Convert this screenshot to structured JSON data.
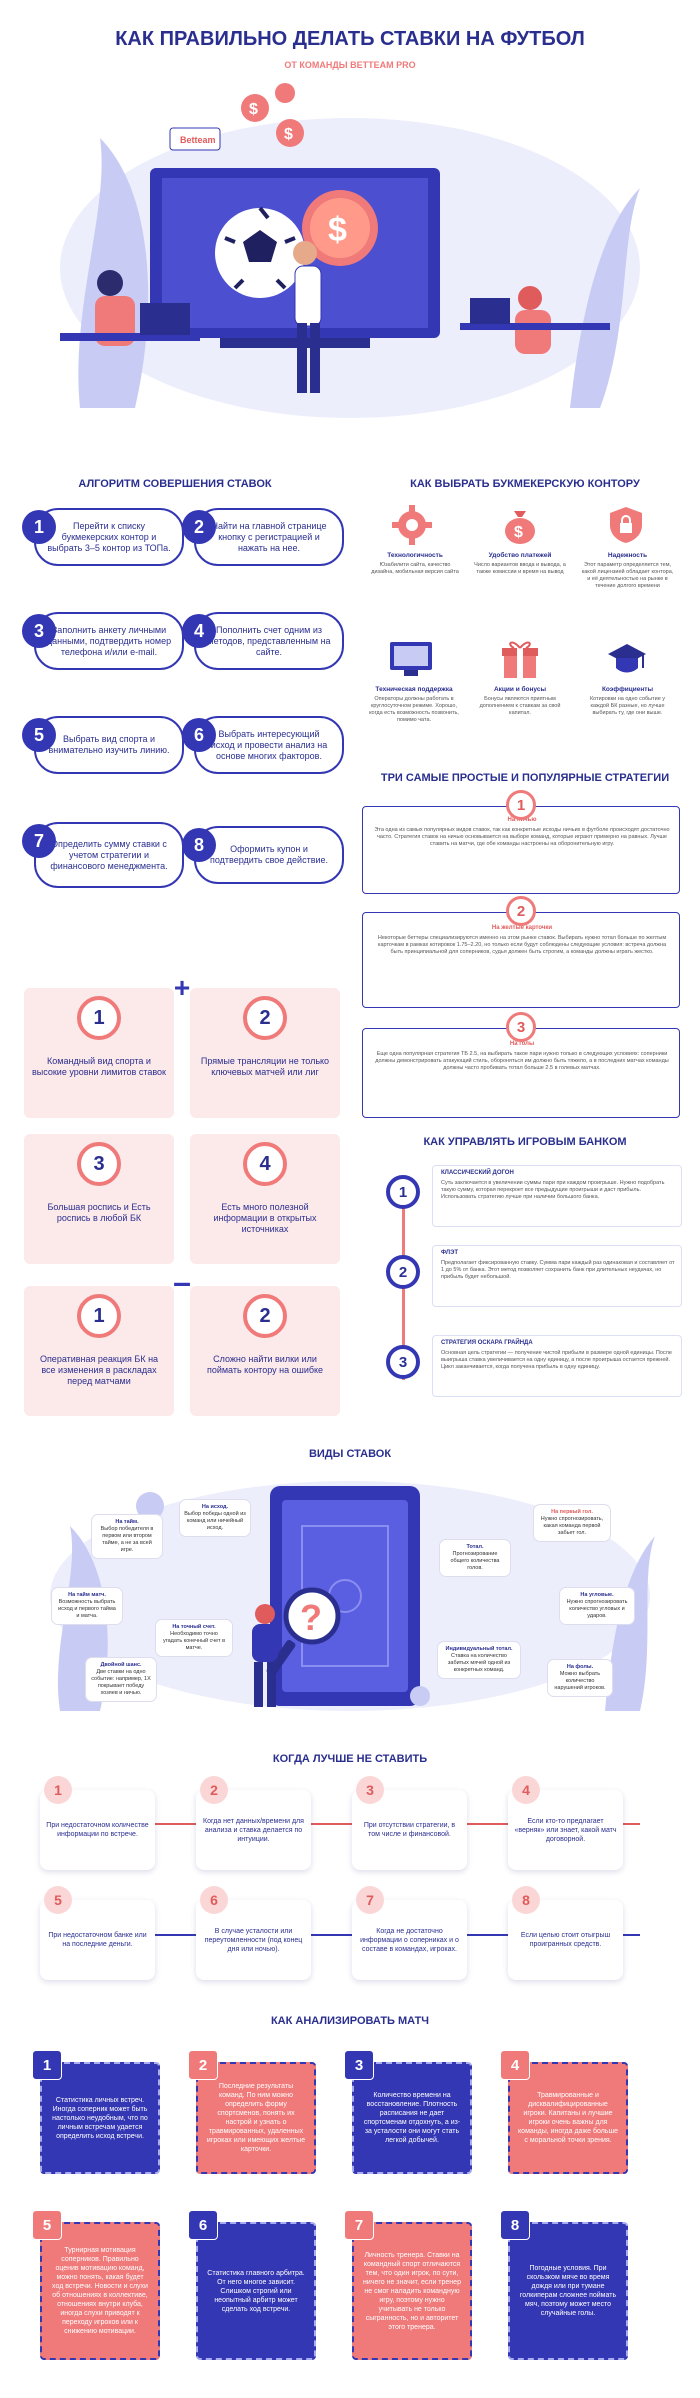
{
  "header": {
    "title": "КАК ПРАВИЛЬНО ДЕЛАТЬ СТАВКИ НА ФУТБОЛ",
    "subtitle": "ОТ КОМАНДЫ BETTEAM PRO",
    "logo_text": "Betteam"
  },
  "algorithm": {
    "title": "АЛГОРИТМ СОВЕРШЕНИЯ СТАВОК",
    "steps": [
      {
        "num": "1",
        "text": "Перейти к списку букмекерских контор и выбрать 3–5 контор из ТОПа."
      },
      {
        "num": "2",
        "text": "Найти на главной странице кнопку с регистрацией и нажать на нее."
      },
      {
        "num": "3",
        "text": "Заполнить анкету личными данными, подтвердить номер телефона и/или e-mail."
      },
      {
        "num": "4",
        "text": "Пополнить счет одним из методов, представленным на сайте."
      },
      {
        "num": "5",
        "text": "Выбрать вид спорта и внимательно изучить линию."
      },
      {
        "num": "6",
        "text": "Выбрать интересующий исход и провести анализ на основе многих факторов."
      },
      {
        "num": "7",
        "text": "Определить сумму ставки с учетом стратегии и финансового менеджмента."
      },
      {
        "num": "8",
        "text": "Оформить купон и подтвердить свое действие."
      }
    ]
  },
  "bookmaker": {
    "title": "КАК ВЫБРАТЬ БУКМЕКЕРСКУЮ КОНТОРУ",
    "items": [
      {
        "icon": "gear-icon",
        "title": "Технологичность",
        "text": "Юзабилити сайта, качество дизайна, мобильная версия сайта"
      },
      {
        "icon": "money-bag-icon",
        "title": "Удобство платежей",
        "text": "Число вариантов ввода и вывода, а также комиссии и время на вывод"
      },
      {
        "icon": "shield-icon",
        "title": "Надежность",
        "text": "Этот параметр определяется тем, какой лицензией обладает контора, и её деятельностью на рынке в течение долгого времени"
      },
      {
        "icon": "monitor-icon",
        "title": "Техническая поддержка",
        "text": "Операторы должны работать в круглосуточном режиме. Хорошо, когда есть возможность позвонить, помимо чата."
      },
      {
        "icon": "gift-icon",
        "title": "Акции и бонусы",
        "text": "Бонусы являются приятным дополнением к ставкам за свой капитал."
      },
      {
        "icon": "graduation-icon",
        "title": "Коэффициенты",
        "text": "Котировки на одно событие у каждой БК разные, но лучше выбирать ту, где они выше."
      }
    ]
  },
  "pros": {
    "plus_sign": "+",
    "minus_sign": "–",
    "cards": [
      {
        "num": "1",
        "text": "Командный вид спорта и высокие уровни лимитов ставок"
      },
      {
        "num": "2",
        "text": "Прямые трансляции не только ключевых матчей или лиг"
      },
      {
        "num": "3",
        "text": "Большая роспись и Есть роспись в любой БК"
      },
      {
        "num": "4",
        "text": "Есть много полезной информации в открытых источниках"
      }
    ],
    "cons": [
      {
        "num": "1",
        "text": "Оперативная реакция БК на все изменения в раскладах перед матчами"
      },
      {
        "num": "2",
        "text": "Сложно найти вилки или поймать контору на ошибке"
      }
    ]
  },
  "strategies": {
    "title": "ТРИ САМЫЕ ПРОСТЫЕ И ПОПУЛЯРНЫЕ СТРАТЕГИИ",
    "items": [
      {
        "num": "1",
        "name": "На ничью",
        "text": "Эта одна из самых популярных видов ставок, так как конкретные исходы ничьих в футболе происходят достаточно часто. Стратегия ставок на ничью основывается на выборе команд, которые играют примерно на равных. Лучше ставить на матчи, где обе команды настроены на оборонительную игру."
      },
      {
        "num": "2",
        "name": "На желтые карточки",
        "text": "Некоторые беттеры специализируются именно на этом рынке ставок. Выбирать нужно тотал больше по желтым карточкам в рамках котировок 1.75–2.20, но только если будут соблюдены следующие условия: встреча должна быть принципиальной для соперников, судья должен быть строгим, а команды должны играть жестко."
      },
      {
        "num": "3",
        "name": "На голы",
        "text": "Еще одна популярная стратегия ТБ 2.5, на выбирать такое пари нужно только в следующих условиях: соперники должны демонстрировать атакующий стиль, обороняться им должно быть тяжело, а в последних матчах команды должны часто пробивать тотал больше 2.5 в голевых матчах."
      }
    ]
  },
  "bank": {
    "title": "КАК УПРАВЛЯТЬ ИГРОВЫМ БАНКОМ",
    "items": [
      {
        "num": "1",
        "name": "КЛАССИЧЕСКИЙ ДОГОН",
        "text": "Суть заключается в увеличении суммы пари при каждом проигрыше. Нужно подобрать такую сумму, которая перекроет все предыдущие проигрыши и даст прибыль. Использовать стратегию лучше при наличии большого банка."
      },
      {
        "num": "2",
        "name": "ФЛЭТ",
        "text": "Предполагает фиксированную ставку. Сумма пари каждый раз одинаковая и составляет от 1 до 5% от банка. Этот метод позволяет сохранить банк при длительных неудачах, но прибыль будет небольшой."
      },
      {
        "num": "3",
        "name": "СТРАТЕГИЯ ОСКАРА ГРАЙНДА",
        "text": "Основная цель стратегии — получение чистой прибыли в размере одной единицы. После выигрыша ставка увеличивается на одну единицу, а после проигрыша остается прежней. Цикл заканчивается, когда получена прибыль в одну единицу."
      }
    ]
  },
  "bet_types": {
    "title": "ВИДЫ СТАВОК",
    "bubbles": [
      {
        "name": "На тайм.",
        "text": "Выбор победителя в первом или втором тайме, а не за всей игре."
      },
      {
        "name": "На исход.",
        "text": "Выбор победы одной из команд или ничейный исход."
      },
      {
        "name": "На первый гол.",
        "text": "Нужно спрогнозировать, какая команда первой забьет гол."
      },
      {
        "name": "Тотал.",
        "text": "Прогнозирование общего количества голов."
      },
      {
        "name": "На тайм матч.",
        "text": "Возможность выбрать исход и первого тайма и матча."
      },
      {
        "name": "На точный счет.",
        "text": "Необходимо точно угадать конечный счет в матче."
      },
      {
        "name": "На угловые.",
        "text": "Нужно спрогнозировать количество угловых и ударов."
      },
      {
        "name": "Двойной шанс.",
        "text": "Две ставки на одно событие: например, 1Х покрывает победу хозяев и ничью."
      },
      {
        "name": "Индивидуальный тотал.",
        "text": "Ставка на количество забитых мячей одной из конкретных команд."
      },
      {
        "name": "На фолы.",
        "text": "Можно выбрать количество нарушений игроков."
      }
    ]
  },
  "when_not": {
    "title": "КОГДА ЛУЧШЕ НЕ СТАВИТЬ",
    "items": [
      {
        "num": "1",
        "text": "При недостаточном количестве информации по встрече."
      },
      {
        "num": "2",
        "text": "Когда нет данных/времени для анализа и ставка делается по интуиции."
      },
      {
        "num": "3",
        "text": "При отсутствии стратегии, в том числе и финансовой."
      },
      {
        "num": "4",
        "text": "Если кто-то предлагает «верняк» или знает, какой матч договорной."
      },
      {
        "num": "5",
        "text": "При недостаточном банке или на последние деньги."
      },
      {
        "num": "6",
        "text": "В случае усталости или переутомленности (под конец дня или ночью)."
      },
      {
        "num": "7",
        "text": "Когда не достаточно информации о соперниках и о составе в командах, игроках."
      },
      {
        "num": "8",
        "text": "Если целью стоит отыгрыш проигранных средств."
      }
    ]
  },
  "analysis": {
    "title": "КАК АНАЛИЗИРОВАТЬ МАТЧ",
    "items": [
      {
        "num": "1",
        "text": "Статистика личных встреч. Иногда соперник может быть настолько неудобным, что по личным встречам удается определить исход встречи."
      },
      {
        "num": "2",
        "text": "Последние результаты команд. По ним можно определить форму спортсменов, понять их настрой и узнать о травмированных, удаленных игроках или имеющих желтые карточки."
      },
      {
        "num": "3",
        "text": "Количество времени на восстановление. Плотность расписания не дает спортсменам отдохнуть, а из-за усталости они могут стать легкой добычей."
      },
      {
        "num": "4",
        "text": "Травмированные и дисквалифицированные игроки. Капитаны и лучшие игроки очень важны для команды, иногда даже больше с моральной точки зрения."
      },
      {
        "num": "5",
        "text": "Турнирная мотивация соперников. Правильно оценив мотивацию команд, можно понять, какая будет ход встречи. Новости и слухи об отношениях в коллективе, отношениях внутри клуба, иногда слухи приводят к переходу игроков или к снижению мотивации."
      },
      {
        "num": "6",
        "text": "Статистика главного арбитра. От него многое зависит. Слишком строгий или неопытный арбитр может сделать ход встречи."
      },
      {
        "num": "7",
        "text": "Личность тренера. Ставки на командный спорт отличаются тем, что один игрок, по сути, ничего не значит, если тренер не смог наладить командную игру, поэтому нужно учитывать не только сыгранность, но и авторитет этого тренера."
      },
      {
        "num": "8",
        "text": "Погодные условия. При скользком мяче во время дождя или при тумане голкиперам сложнее поймать мяч, поэтому может место случайные голы."
      }
    ]
  },
  "colors": {
    "navy": "#2a2f8f",
    "blue": "#3437b3",
    "coral": "#f07a7a",
    "pink_bg": "#fce9ea",
    "lavender": "#e8e9fb"
  }
}
